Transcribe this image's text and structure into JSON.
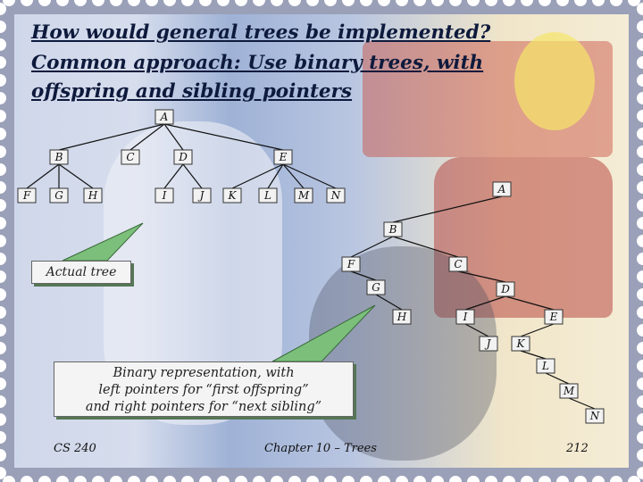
{
  "title": {
    "line1": "How would general trees be implemented?",
    "line2": "Common approach: Use binary trees, with",
    "line3": "offspring and sibling pointers"
  },
  "actual_tree": {
    "nodes": [
      {
        "id": "A",
        "label": "A"
      },
      {
        "id": "B",
        "label": "B"
      },
      {
        "id": "C",
        "label": "C"
      },
      {
        "id": "D",
        "label": "D"
      },
      {
        "id": "E",
        "label": "E"
      },
      {
        "id": "F",
        "label": "F"
      },
      {
        "id": "G",
        "label": "G"
      },
      {
        "id": "H",
        "label": "H"
      },
      {
        "id": "I",
        "label": "I"
      },
      {
        "id": "J",
        "label": "J"
      },
      {
        "id": "K",
        "label": "K"
      },
      {
        "id": "L",
        "label": "L"
      },
      {
        "id": "M",
        "label": "M"
      },
      {
        "id": "N",
        "label": "N"
      }
    ],
    "edges": [
      [
        "A",
        "B"
      ],
      [
        "A",
        "C"
      ],
      [
        "A",
        "D"
      ],
      [
        "A",
        "E"
      ],
      [
        "B",
        "F"
      ],
      [
        "B",
        "G"
      ],
      [
        "B",
        "H"
      ],
      [
        "D",
        "I"
      ],
      [
        "D",
        "J"
      ],
      [
        "E",
        "K"
      ],
      [
        "E",
        "L"
      ],
      [
        "E",
        "M"
      ],
      [
        "E",
        "N"
      ]
    ]
  },
  "binary_tree": {
    "nodes": [
      {
        "id": "A",
        "label": "A"
      },
      {
        "id": "B",
        "label": "B"
      },
      {
        "id": "F",
        "label": "F"
      },
      {
        "id": "C",
        "label": "C"
      },
      {
        "id": "G",
        "label": "G"
      },
      {
        "id": "D",
        "label": "D"
      },
      {
        "id": "H",
        "label": "H"
      },
      {
        "id": "I",
        "label": "I"
      },
      {
        "id": "E",
        "label": "E"
      },
      {
        "id": "J",
        "label": "J"
      },
      {
        "id": "K",
        "label": "K"
      },
      {
        "id": "L",
        "label": "L"
      },
      {
        "id": "M",
        "label": "M"
      },
      {
        "id": "N",
        "label": "N"
      }
    ],
    "edges": [
      [
        "A",
        "B"
      ],
      [
        "B",
        "F"
      ],
      [
        "B",
        "C"
      ],
      [
        "F",
        "G"
      ],
      [
        "C",
        "D"
      ],
      [
        "G",
        "H"
      ],
      [
        "D",
        "I"
      ],
      [
        "D",
        "E"
      ],
      [
        "I",
        "J"
      ],
      [
        "E",
        "K"
      ],
      [
        "K",
        "L"
      ],
      [
        "L",
        "M"
      ],
      [
        "M",
        "N"
      ]
    ]
  },
  "callouts": {
    "actual_tree": "Actual tree",
    "binary": {
      "line1": "Binary representation, with",
      "line2": "left pointers for “first offspring”",
      "line3": "and right pointers for “next sibling”"
    }
  },
  "footer": {
    "course": "CS 240",
    "chapter": "Chapter 10 – Trees",
    "page": "212"
  }
}
